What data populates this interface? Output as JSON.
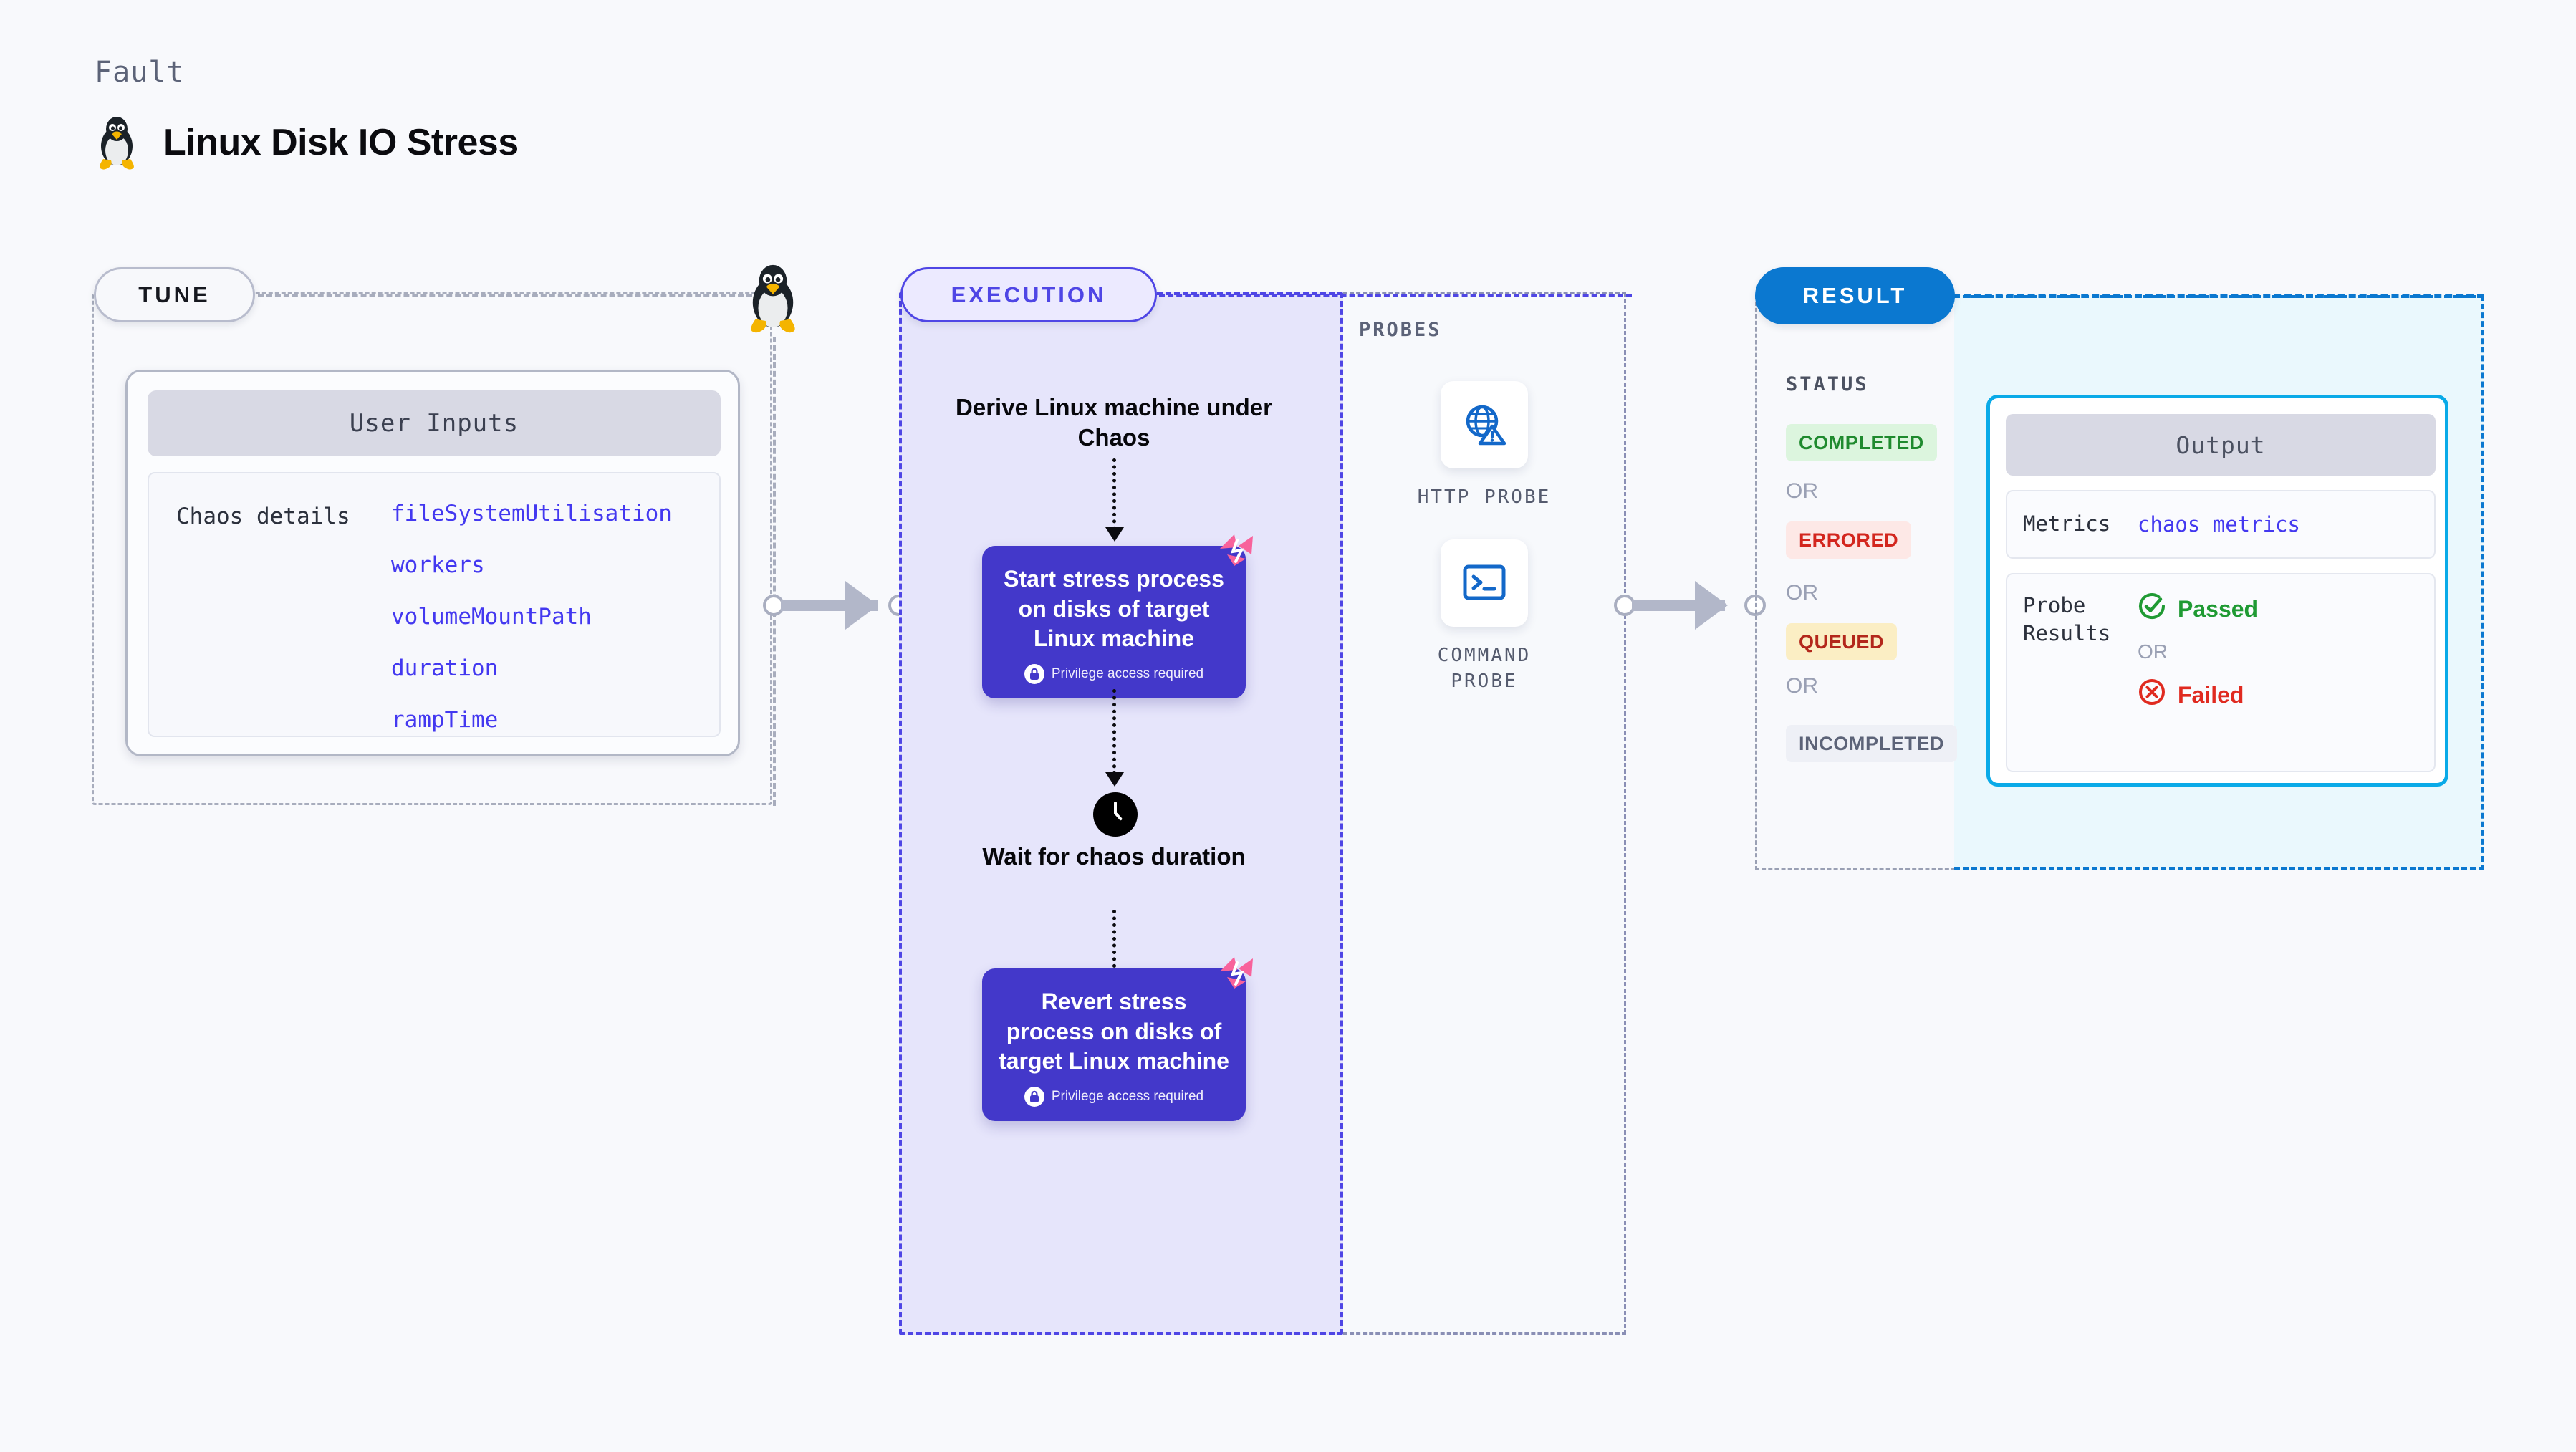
{
  "header": {
    "kicker": "Fault",
    "title": "Linux Disk IO Stress",
    "icon": "tux-penguin-icon"
  },
  "tune": {
    "badge": "TUNE",
    "card_title": "User Inputs",
    "details_label": "Chaos details",
    "params": [
      "fileSystemUtilisation",
      "workers",
      "volumeMountPath",
      "duration",
      "rampTime"
    ]
  },
  "execution": {
    "badge": "EXECUTION",
    "step1": "Derive Linux machine under Chaos",
    "card1": {
      "text": "Start stress process on disks of target Linux machine",
      "note": "Privilege access required",
      "note_icon": "lock-icon",
      "corner_icon": "litmus-chaos-icon"
    },
    "step2": "Wait for chaos duration",
    "step2_icon": "clock-icon",
    "card2": {
      "text": "Revert stress process on disks of target Linux machine",
      "note": "Privilege access required",
      "note_icon": "lock-icon",
      "corner_icon": "litmus-chaos-icon"
    }
  },
  "probes": {
    "title": "PROBES",
    "items": [
      {
        "label": "HTTP PROBE",
        "icon": "globe-warning-icon"
      },
      {
        "label": "COMMAND PROBE",
        "icon": "terminal-icon"
      }
    ]
  },
  "result": {
    "badge": "RESULT",
    "status_title": "STATUS",
    "or": "OR",
    "statuses": [
      {
        "label": "COMPLETED",
        "color": "#1f8a2e",
        "bg": "#dcf5de"
      },
      {
        "label": "ERRORED",
        "color": "#d3261e",
        "bg": "#fde8e6"
      },
      {
        "label": "QUEUED",
        "color": "#b3271b",
        "bg": "#fbeec4"
      },
      {
        "label": "INCOMPLETED",
        "color": "#5c6378",
        "bg": "#eef0f6"
      }
    ],
    "output": {
      "title": "Output",
      "metrics_key": "Metrics",
      "metrics_value": "chaos metrics",
      "probe_key": "Probe Results",
      "passed": "Passed",
      "failed": "Failed",
      "passed_icon": "check-circle-icon",
      "failed_icon": "x-circle-icon",
      "or": "OR"
    }
  },
  "colors": {
    "accent_purple": "#4338ca",
    "accent_blue": "#0b78d0",
    "cyan_border": "#09aae8",
    "pink": "#f8629b",
    "param_blue": "#4338f0"
  }
}
